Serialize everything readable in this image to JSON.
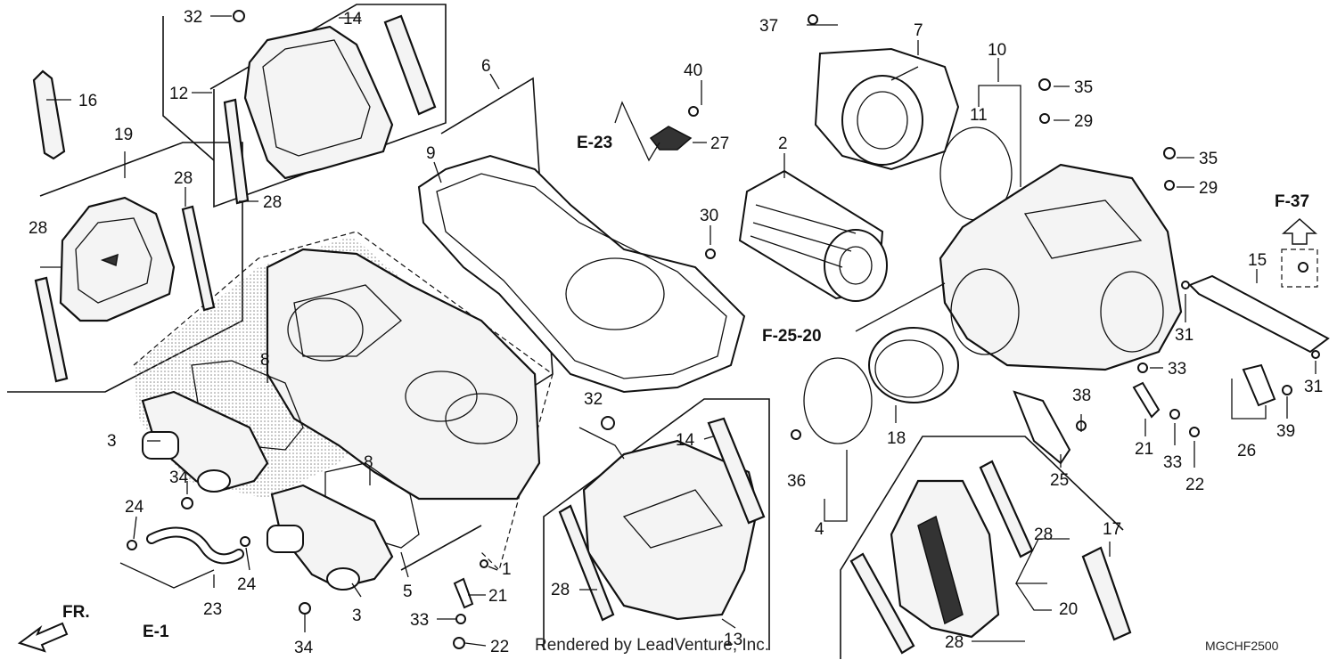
{
  "callouts": {
    "c1": "1",
    "c2": "2",
    "c3a": "3",
    "c3b": "3",
    "c4": "4",
    "c5": "5",
    "c6": "6",
    "c7": "7",
    "c8a": "8",
    "c8b": "8",
    "c9": "9",
    "c10": "10",
    "c11": "11",
    "c12": "12",
    "c13": "13",
    "c14a": "14",
    "c14b": "14",
    "c15": "15",
    "c16": "16",
    "c17": "17",
    "c18": "18",
    "c19": "19",
    "c20": "20",
    "c21a": "21",
    "c21b": "21",
    "c22a": "22",
    "c22b": "22",
    "c23": "23",
    "c24a": "24",
    "c24b": "24",
    "c25": "25",
    "c26": "26",
    "c27": "27",
    "c28a": "28",
    "c28b": "28",
    "c28c": "28",
    "c28d": "28",
    "c28e": "28",
    "c28f": "28",
    "c29a": "29",
    "c29b": "29",
    "c30": "30",
    "c31a": "31",
    "c31b": "31",
    "c32a": "32",
    "c32b": "32",
    "c33a": "33",
    "c33b": "33",
    "c33c": "33",
    "c34a": "34",
    "c34b": "34",
    "c35a": "35",
    "c35b": "35",
    "c36": "36",
    "c37": "37",
    "c38": "38",
    "c39": "39",
    "c40": "40"
  },
  "references": {
    "e23": "E-23",
    "f2520": "F-25-20",
    "f37": "F-37",
    "e1": "E-1",
    "fr": "FR."
  },
  "footer": {
    "rendered_by": "Rendered by LeadVenture, Inc.",
    "diagram_code": "MGCHF2500"
  }
}
